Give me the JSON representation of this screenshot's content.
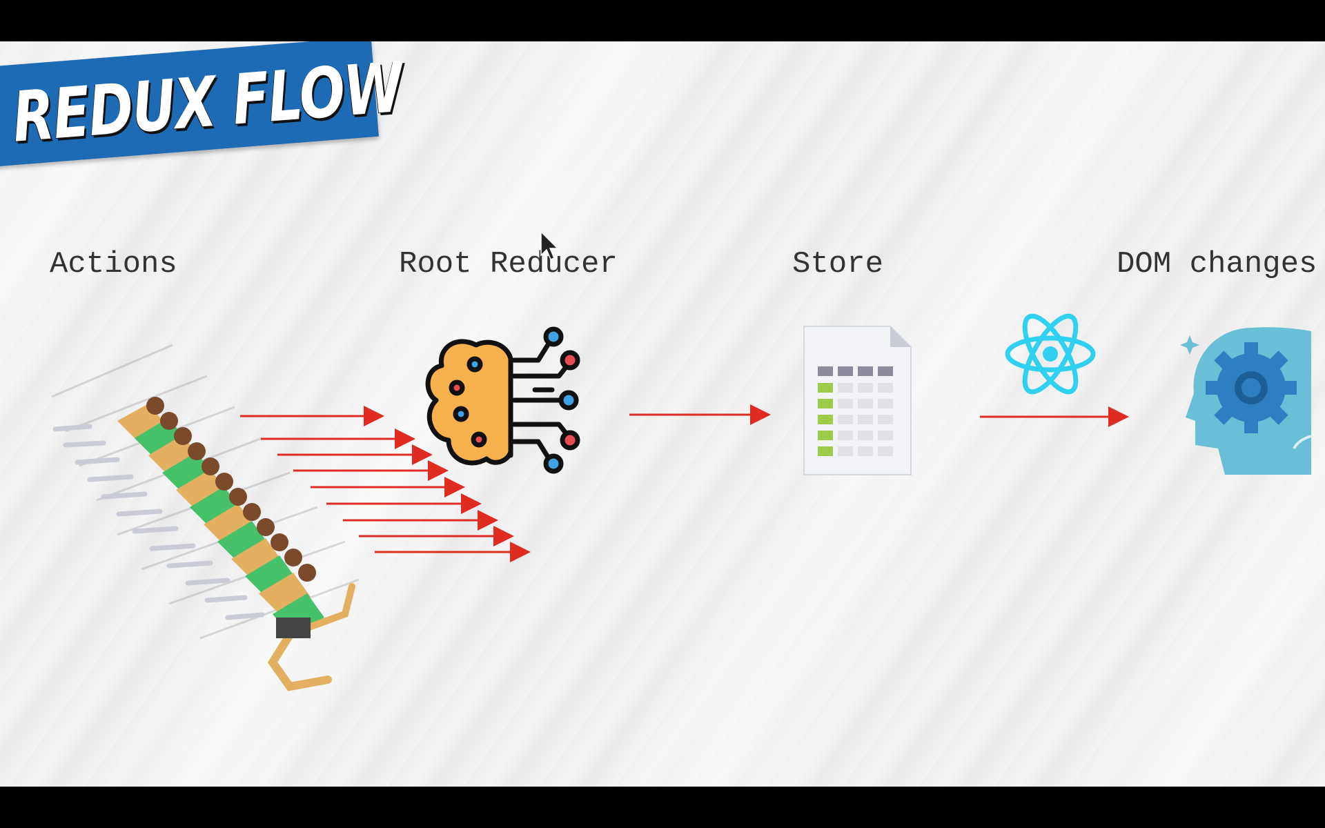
{
  "title": "REDUX FLOW",
  "labels": {
    "actions": "Actions",
    "root_reducer": "Root Reducer",
    "store": "Store",
    "dom_changes": "DOM changes"
  },
  "colors": {
    "banner": "#1c6bb4",
    "arrow": "#e02b22",
    "react": "#2fd0f0",
    "head": "#69bfd6",
    "gear": "#2d7fc1",
    "brain": "#f7b24e",
    "table_green": "#9ccd4a"
  },
  "icons": {
    "actions": "running-people-icon",
    "reducer": "brain-circuit-icon",
    "store": "spreadsheet-document-icon",
    "react": "react-atom-icon",
    "dom": "head-gear-icon",
    "cursor": "mouse-cursor-icon"
  }
}
